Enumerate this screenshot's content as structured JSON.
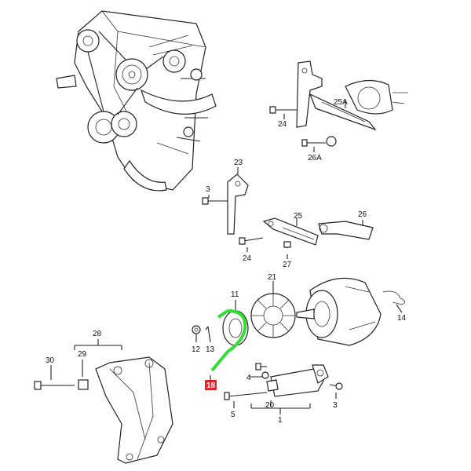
{
  "callouts": {
    "p1": "1",
    "p3a": "3",
    "p3b": "3",
    "p4": "4",
    "p5": "5",
    "p11": "11",
    "p12": "12",
    "p13": "13",
    "p14": "14",
    "p18": "18",
    "p20": "20",
    "p21": "21",
    "p23": "23",
    "p24a": "24",
    "p24b": "24",
    "p25": "25",
    "p25a": "25A",
    "p26": "26",
    "p26a": "26A",
    "p27": "27",
    "p28": "28",
    "p29": "29",
    "p30": "30"
  },
  "colors": {
    "belt_highlight": "#33dd33",
    "label_highlight": "#e8202a",
    "line": "#222222"
  }
}
